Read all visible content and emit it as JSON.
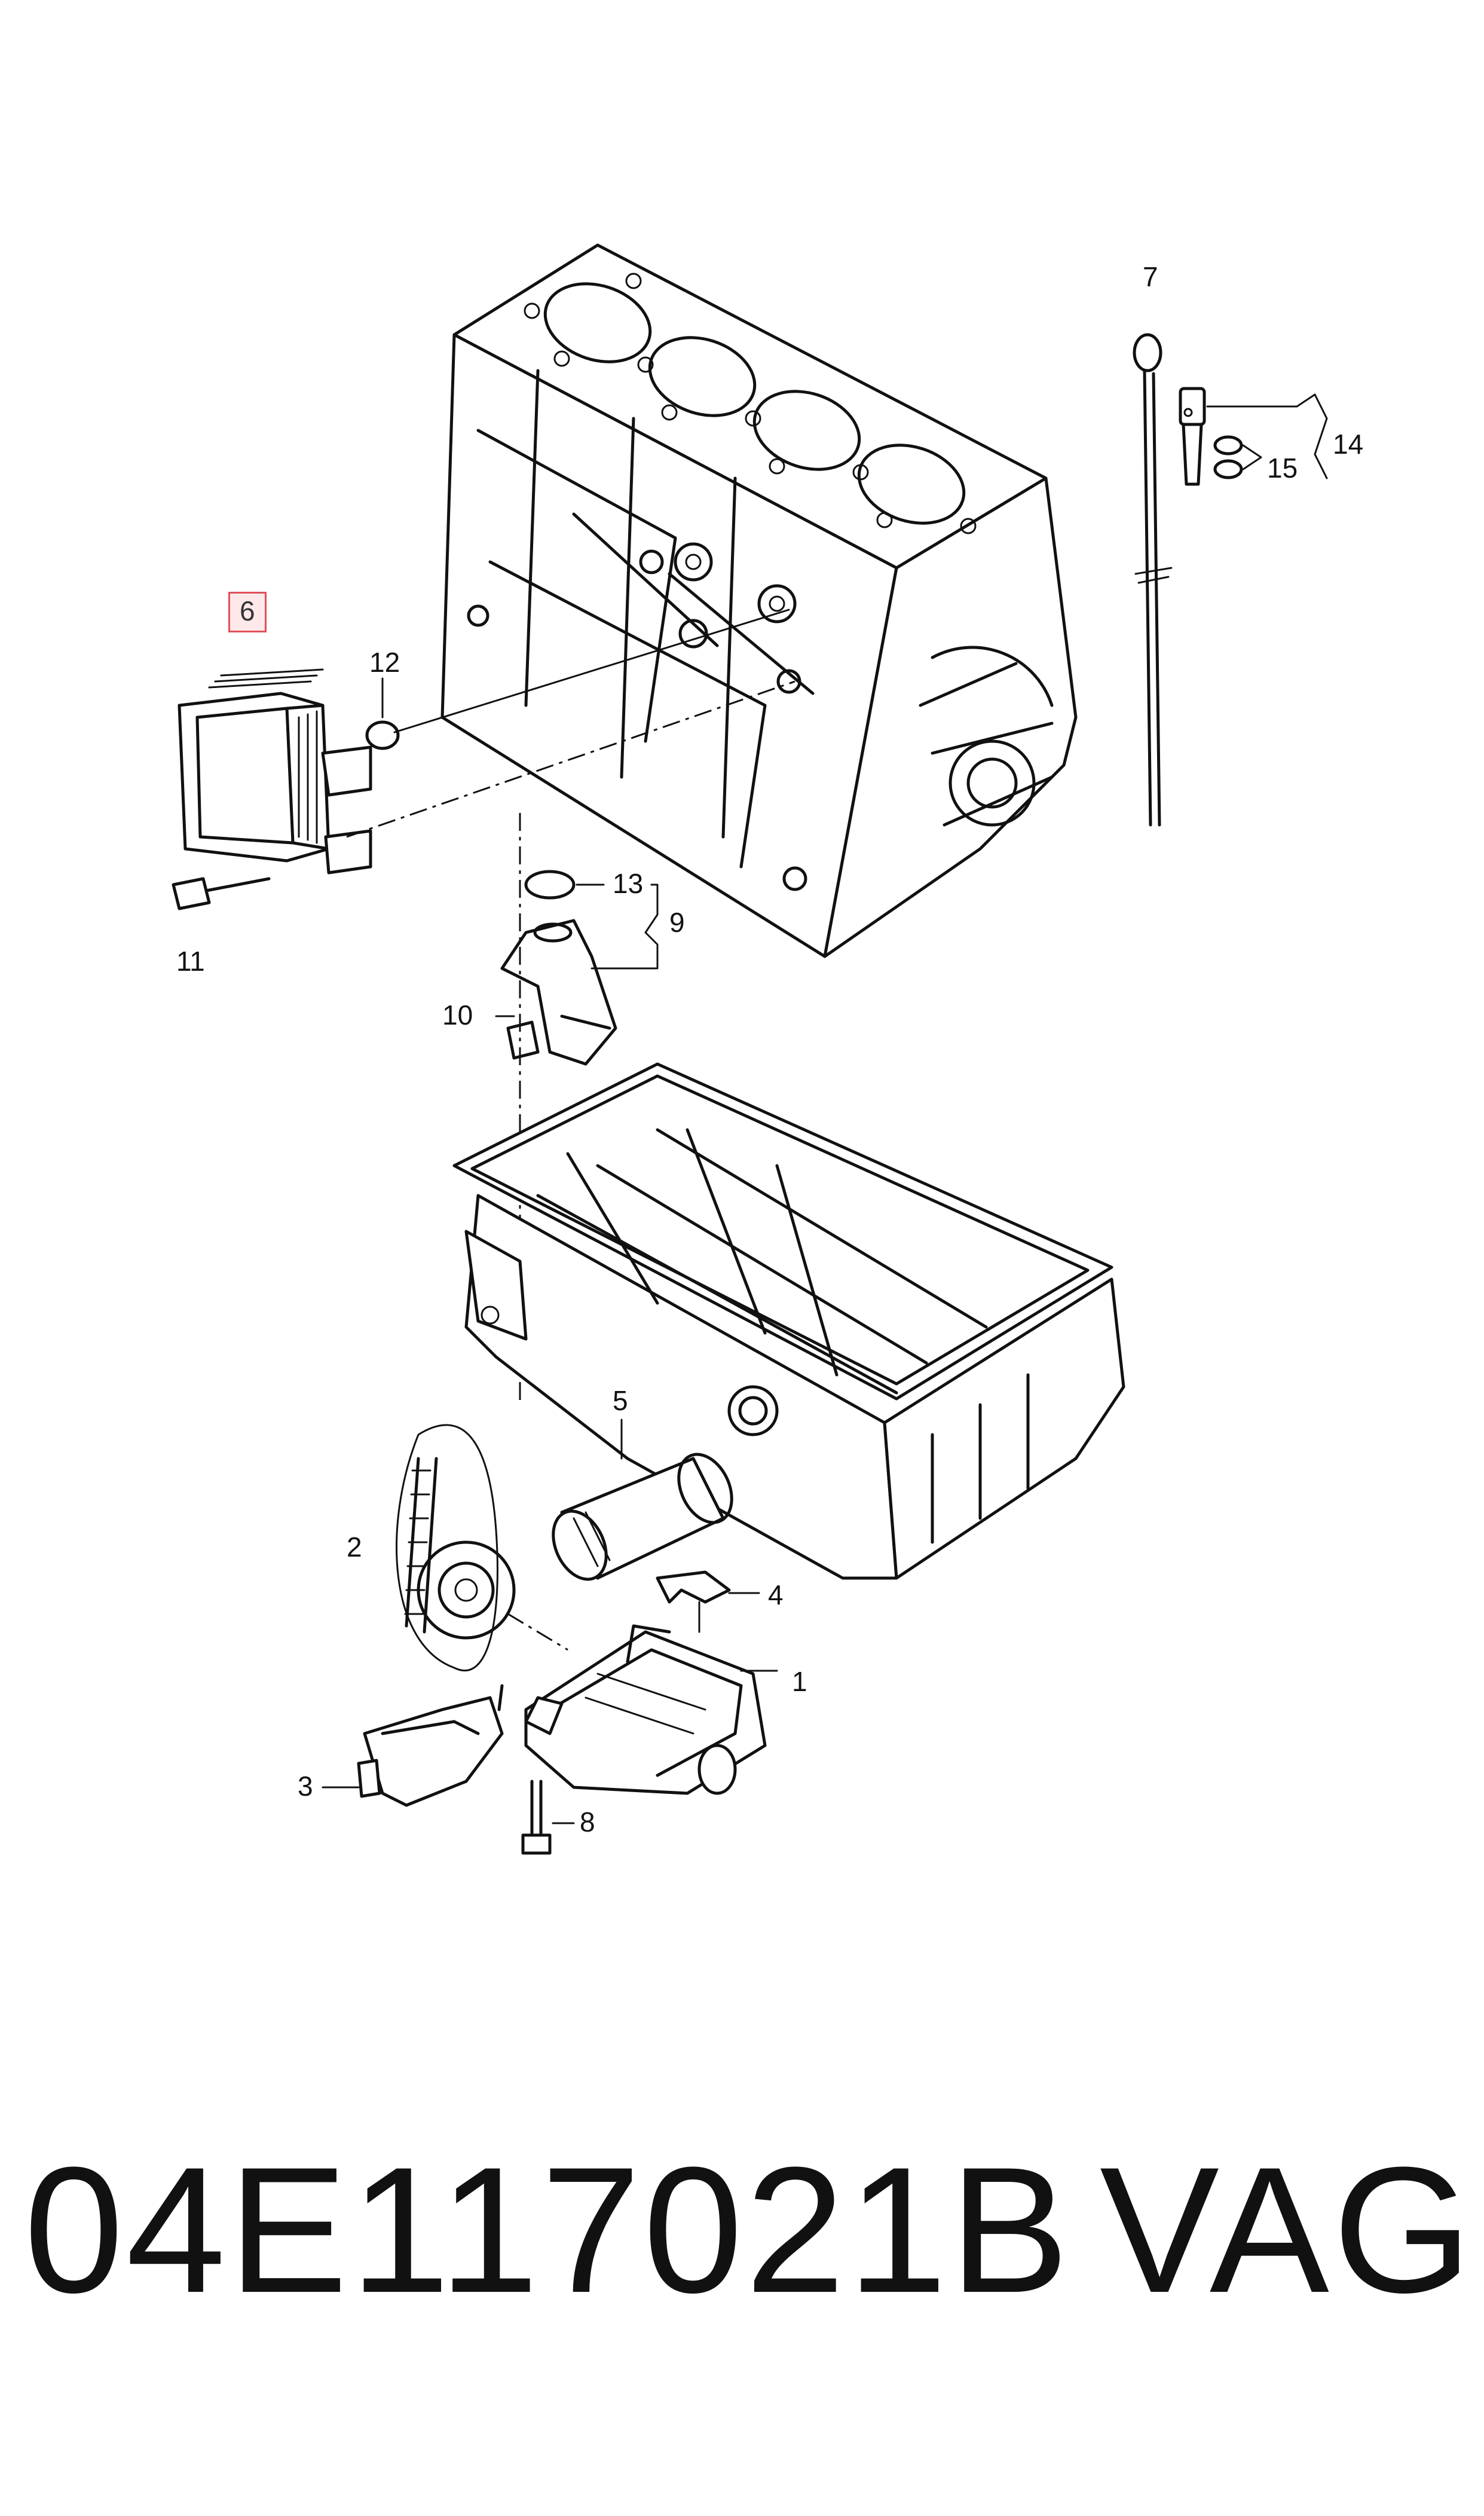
{
  "diagram": {
    "callouts": {
      "c1": "1",
      "c2": "2",
      "c3": "3",
      "c4": "4",
      "c5": "5",
      "c6": "6",
      "c7": "7",
      "c8": "8",
      "c9": "9",
      "c10": "10",
      "c11": "11",
      "c12": "12",
      "c13": "13",
      "c14": "14",
      "c15": "15"
    },
    "highlighted_callout": "6",
    "highlight_color": "#e0505a"
  },
  "footer": {
    "part_number": "04E117021B",
    "brand": "VAG"
  }
}
